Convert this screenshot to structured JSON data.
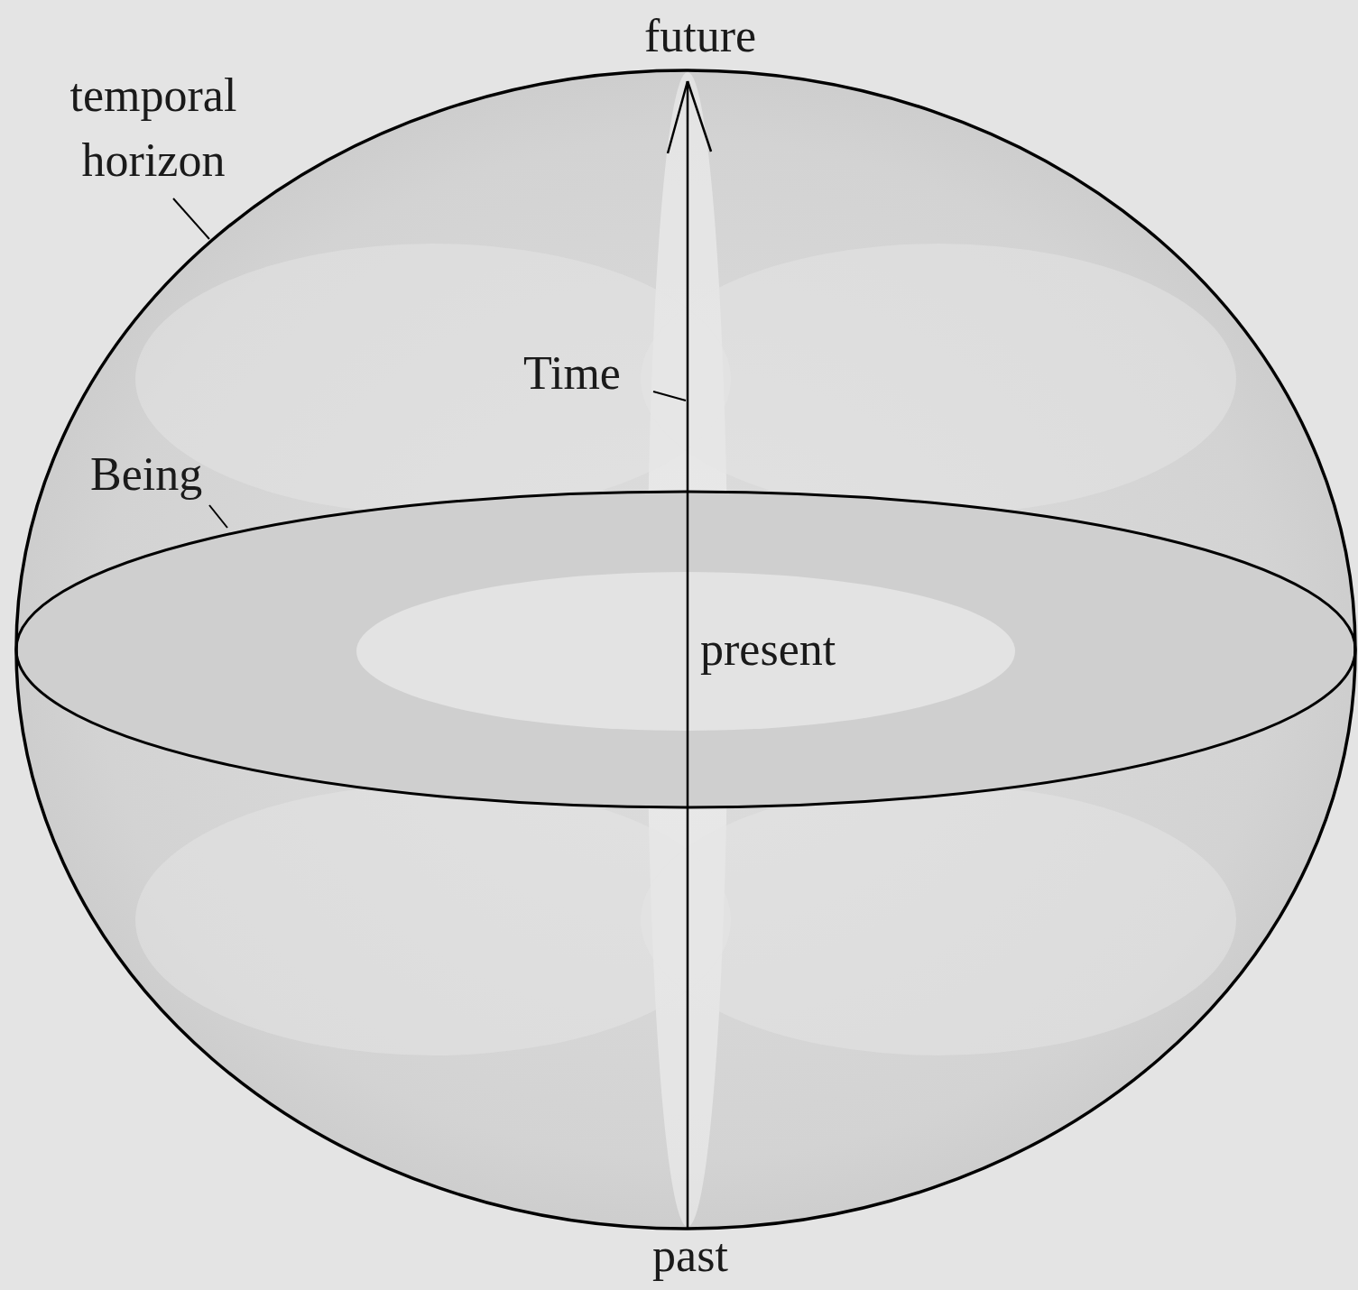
{
  "diagram": {
    "labels": [
      "future",
      "temporal horizon",
      "Time",
      "Being",
      "present",
      "past"
    ]
  }
}
